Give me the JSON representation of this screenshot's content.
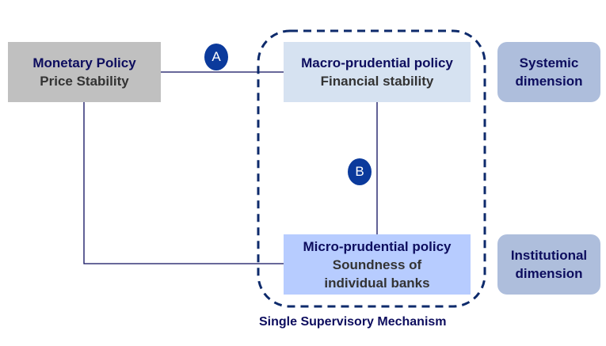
{
  "diagram": {
    "monetary_policy": {
      "title": "Monetary Policy",
      "subtitle": "Price Stability"
    },
    "macro_prudential": {
      "title": "Macro-prudential policy",
      "subtitle": "Financial stability"
    },
    "micro_prudential": {
      "title": "Micro-prudential policy",
      "subtitle_line1": "Soundness of",
      "subtitle_line2": "individual banks"
    },
    "dimensions": {
      "systemic": {
        "line1": "Systemic",
        "line2": "dimension"
      },
      "institutional": {
        "line1": "Institutional",
        "line2": "dimension"
      }
    },
    "badges": {
      "a": "A",
      "b": "B"
    },
    "container_label": "Single Supervisory Mechanism",
    "colors": {
      "navy_text": "#0d0d5e",
      "badge": "#0b3a9c",
      "dashed_border": "#0d2a6b",
      "monetary_fill": "#c0c0c0",
      "macro_fill": "#d6e2f1",
      "micro_fill": "#b7ccff",
      "dimension_fill": "#aebedc"
    }
  }
}
